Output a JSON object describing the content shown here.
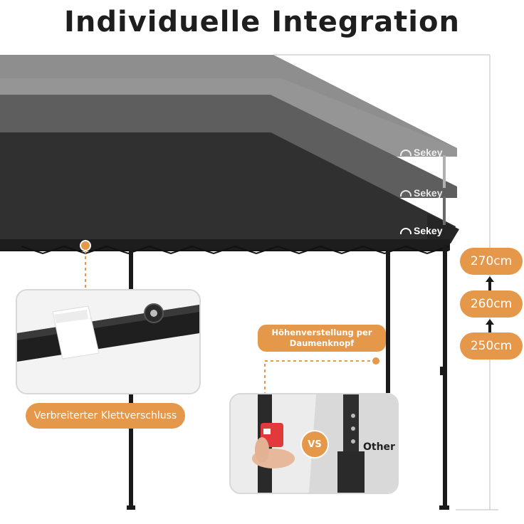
{
  "title": "Individuelle Integration",
  "brand": {
    "name": "Sekey"
  },
  "heights": [
    "270cm",
    "260cm",
    "250cm"
  ],
  "callouts": {
    "velcro": "Verbreiterter Klettverschluss",
    "adjust_line1": "Höhenverstellung per",
    "adjust_line2": "Daumenknopf"
  },
  "comparison": {
    "vs": "VS",
    "other": "Other"
  },
  "colors": {
    "accent": "#e59849",
    "canopy_dark": "#2b2b2b",
    "canopy_mid": "#5a5a5a",
    "canopy_light": "#8c8c8c"
  }
}
